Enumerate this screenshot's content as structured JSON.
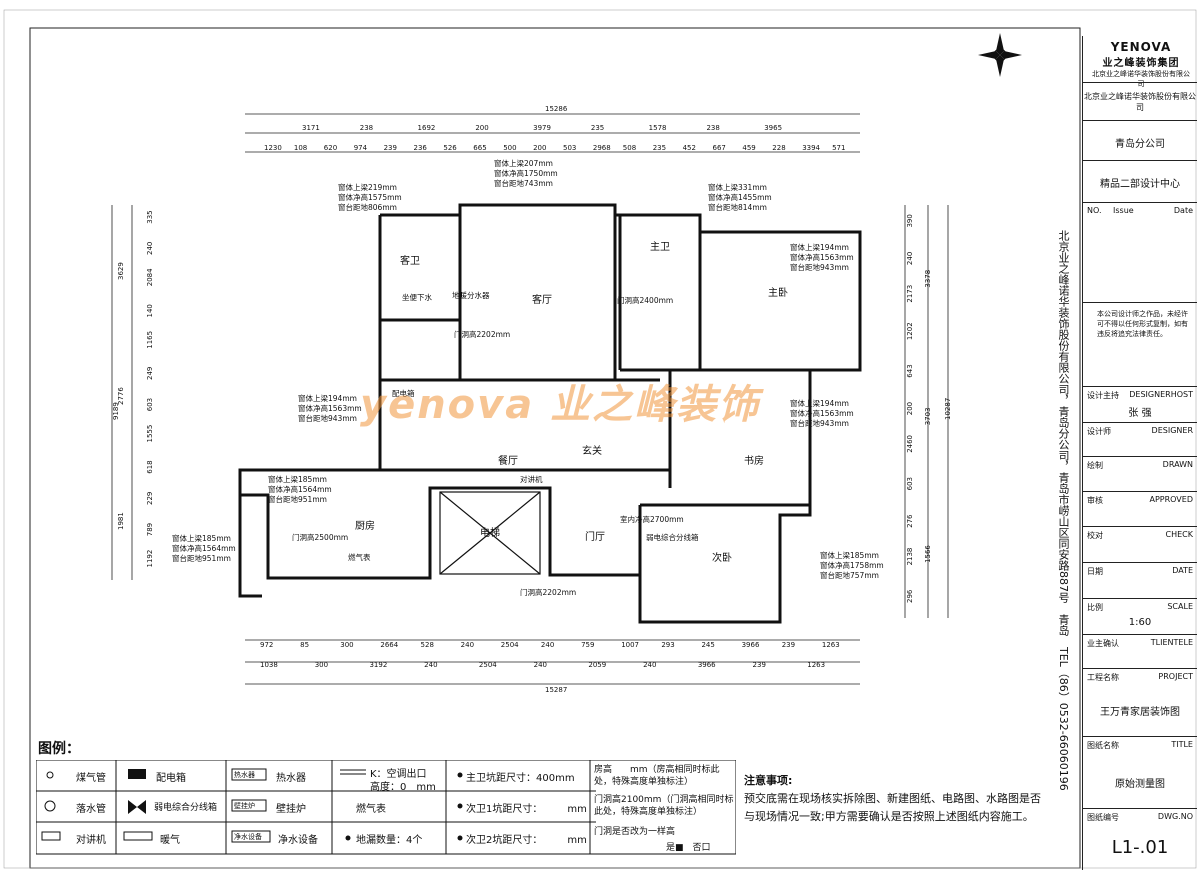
{
  "drawing": {
    "total_top": "15286",
    "total_bottom": "15287",
    "dims_top_row1": [
      "3171",
      "238",
      "1692",
      "200",
      "3979",
      "235",
      "1578",
      "238",
      "3965"
    ],
    "dims_top_row2": [
      "1230",
      "108",
      "620",
      "974",
      "239",
      "236",
      "526",
      "665",
      "500",
      "200",
      "503",
      "2968",
      "508",
      "235",
      "452",
      "667",
      "459",
      "228",
      "3394",
      "571"
    ],
    "dims_bottom_row1": [
      "972",
      "85",
      "300",
      "2664",
      "528",
      "240",
      "2504",
      "240",
      "759",
      "1007",
      "293",
      "245",
      "3966",
      "239",
      "1263"
    ],
    "dims_bottom_row2": [
      "1038",
      "300",
      "3192",
      "240",
      "2504",
      "240",
      "2059",
      "240",
      "3966",
      "239",
      "1263"
    ],
    "dims_left_outer": [
      "3629",
      "2776",
      "1981",
      "9189"
    ],
    "dims_left_inner": [
      "335",
      "240",
      "2084",
      "140",
      "1165",
      "249",
      "603",
      "1555",
      "618",
      "229",
      "789",
      "1192"
    ],
    "dims_right_inner": [
      "390",
      "240",
      "2173",
      "1202",
      "643",
      "200",
      "2460",
      "603",
      "276",
      "2138",
      "296"
    ],
    "dims_right_outer": [
      "3378",
      "3703",
      "1566",
      "10287"
    ],
    "rooms": {
      "living": "客厅",
      "master": "主卧",
      "master_bath": "主卫",
      "guest_bath": "客卫",
      "dining": "餐厅",
      "foyer": "玄关",
      "study": "书房",
      "kitchen": "厨房",
      "elevator": "电梯",
      "hall": "门厅",
      "second_bed": "次卧"
    },
    "annotations": {
      "win_living_top": [
        "窗体上梁207mm",
        "窗体净高1750mm",
        "窗台距地743mm"
      ],
      "win_guestbath": [
        "窗体上梁219mm",
        "窗体净高1575mm",
        "窗台距地806mm"
      ],
      "win_masterbath": [
        "窗体上梁331mm",
        "窗体净高1455mm",
        "窗台距地814mm"
      ],
      "win_master": [
        "窗体上梁194mm",
        "窗体净高1563mm",
        "窗台距地943mm"
      ],
      "win_dining": [
        "窗体上梁194mm",
        "窗体净高1563mm",
        "窗台距地943mm"
      ],
      "win_study": [
        "窗体上梁194mm",
        "窗体净高1563mm",
        "窗台距地943mm"
      ],
      "win_kitchen_top": [
        "窗体上梁185mm",
        "窗体净高1564mm",
        "窗台距地951mm"
      ],
      "win_kitchen_left": [
        "窗体上梁185mm",
        "窗体净高1564mm",
        "窗台距地951mm"
      ],
      "win_second": [
        "窗体上梁185mm",
        "窗体净高1758mm",
        "窗台距地757mm"
      ],
      "misc": [
        "地暖分水器",
        "坐便下水",
        "配电箱",
        "对讲机",
        "燃气表",
        "门洞高2202mm",
        "门洞高2400mm",
        "门洞高2500mm",
        "门洞高2202mm",
        "室内净高2700mm",
        "弱电综合分线箱"
      ]
    },
    "watermark": "yenova 业之峰装饰"
  },
  "legend": {
    "title": "图例：",
    "cells": [
      [
        "煤气管",
        "配电箱",
        "热水器",
        "K：空调出口",
        "主卫坑距尺寸：400mm",
        "房高　　mm（房高相同时标此处，特殊高度单独标注）"
      ],
      [
        "落水管",
        "弱电综合分线箱",
        "壁挂炉",
        "燃气表",
        "次卫1坑距尺寸：　　　mm",
        "门洞高2100mm（门洞高相同时标此处，特殊高度单独标注）"
      ],
      [
        "对讲机",
        "暖气",
        "净水设备",
        "地漏数量：4个",
        "次卫2坑距尺寸：　　　mm",
        "门洞是否改为一样高"
      ]
    ],
    "kk_height": "高度：0　mm",
    "tag_heater": "热水器",
    "tag_boiler": "壁挂炉",
    "tag_water": "净水设备",
    "yes_no": "是■　否口"
  },
  "notes": {
    "title": "注意事项:",
    "body": "预交底需在现场核实拆除图、新建图纸、电路图、水路图是否与现场情况一致;甲方需要确认是否按照上述图纸内容施工。"
  },
  "side_vertical": "北京业之峰诺华装饰股份有限公司，青岛分公司，青岛市崂山区同安路887号　青岛　TEL（86）0532-66060196",
  "titleblock": {
    "brand": "YENOVA",
    "brand_cn": "业之峰装饰集团",
    "brand_sub": "北京业之峰诺华装饰股份有限公司",
    "company_cn": "北京业之峰诺华装饰股份有限公司",
    "branch": "青岛分公司",
    "center": "精品二部设计中心",
    "no": "NO.",
    "issue": "Issue",
    "date_h": "Date",
    "copyright": "本公司设计师之作品，未经许可不得以任何形式复制，如有违反将追究法律责任。",
    "designer_host_cn": "设计主持",
    "designer_host_en": "DESIGNERHOST",
    "designer_name": "张 强",
    "designer_cn": "设计师",
    "designer_en": "DESIGNER",
    "drawn_cn": "绘制",
    "drawn_en": "DRAWN",
    "approved_cn": "审核",
    "approved_en": "APPROVED",
    "check_cn": "校对",
    "check_en": "CHECK",
    "date_cn": "日期",
    "date_en": "DATE",
    "scale_cn": "比例",
    "scale_en": "SCALE",
    "scale_val": "1:60",
    "client_cn": "业主确认",
    "client_en": "TLIENTELE",
    "project_cn": "工程名称",
    "project_en": "PROJECT",
    "project_val": "王万青家居装饰图",
    "title_cn": "图纸名称",
    "title_en": "TITLE",
    "title_val": "原始测量图",
    "dwg_cn": "图纸编号",
    "dwg_en": "DWG.NO",
    "dwg_val": "L1-.01"
  }
}
